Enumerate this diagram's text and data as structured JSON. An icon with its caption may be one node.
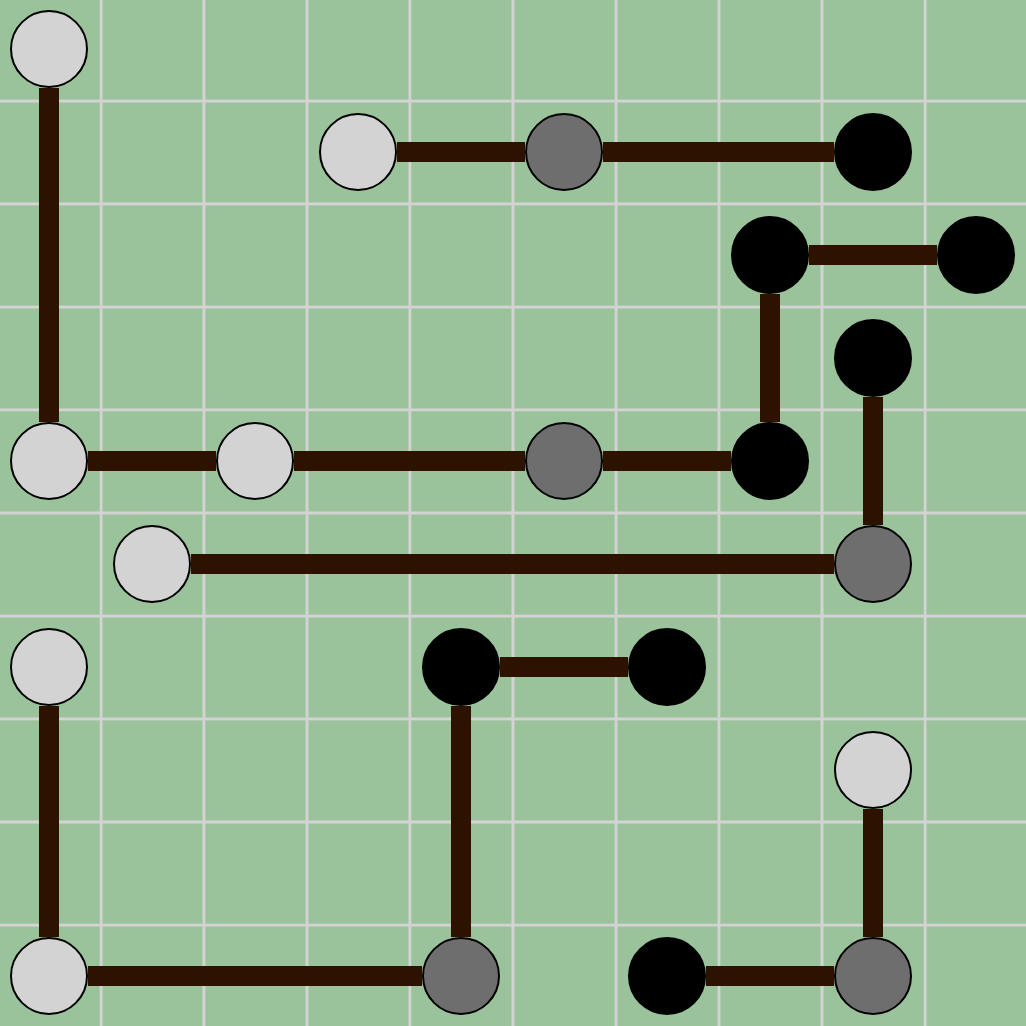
{
  "diagram": {
    "nodes": [
      {
        "text": [],
        "shape": "circle"
      },
      {
        "text": [],
        "shape": "circle"
      },
      {
        "text": [],
        "shape": "circle"
      },
      {
        "text": [],
        "shape": "circle"
      },
      {
        "text": [],
        "shape": "circle"
      },
      {
        "text": [],
        "shape": "circle"
      },
      {
        "text": [],
        "shape": "circle"
      },
      {
        "text": [],
        "shape": "circle"
      },
      {
        "text": [],
        "shape": "circle"
      },
      {
        "text": [],
        "shape": "circle"
      },
      {
        "text": [],
        "shape": "circle"
      },
      {
        "text": [],
        "shape": "circle"
      },
      {
        "text": [],
        "shape": "circle"
      },
      {
        "text": [],
        "shape": "circle"
      },
      {
        "text": [],
        "shape": "circle"
      },
      {
        "text": [],
        "shape": "circle"
      },
      {
        "text": [],
        "shape": "circle"
      },
      {
        "text": [],
        "shape": "circle"
      },
      {
        "text": [],
        "shape": "circle"
      },
      {
        "text": [],
        "shape": "circle"
      },
      {
        "text": [],
        "shape": "circle"
      }
    ],
    "edges": [
      {
        "from": 0,
        "to": 7,
        "arrow": "none"
      },
      {
        "from": 1,
        "to": 2,
        "arrow": "none"
      },
      {
        "from": 2,
        "to": 3,
        "arrow": "none"
      },
      {
        "from": 4,
        "to": 5,
        "arrow": "none"
      },
      {
        "from": 4,
        "to": 10,
        "arrow": "none"
      },
      {
        "from": 6,
        "to": 12,
        "arrow": "none"
      },
      {
        "from": 7,
        "to": 8,
        "arrow": "none"
      },
      {
        "from": 8,
        "to": 9,
        "arrow": "none"
      },
      {
        "from": 9,
        "to": 10,
        "arrow": "none"
      },
      {
        "from": 11,
        "to": 12,
        "arrow": "none"
      },
      {
        "from": 13,
        "to": 17,
        "arrow": "none"
      },
      {
        "from": 14,
        "to": 15,
        "arrow": "none"
      },
      {
        "from": 14,
        "to": 18,
        "arrow": "none"
      },
      {
        "from": 16,
        "to": 20,
        "arrow": "none"
      },
      {
        "from": 17,
        "to": 18,
        "arrow": "none"
      },
      {
        "from": 19,
        "to": 20,
        "arrow": "none"
      }
    ]
  }
}
